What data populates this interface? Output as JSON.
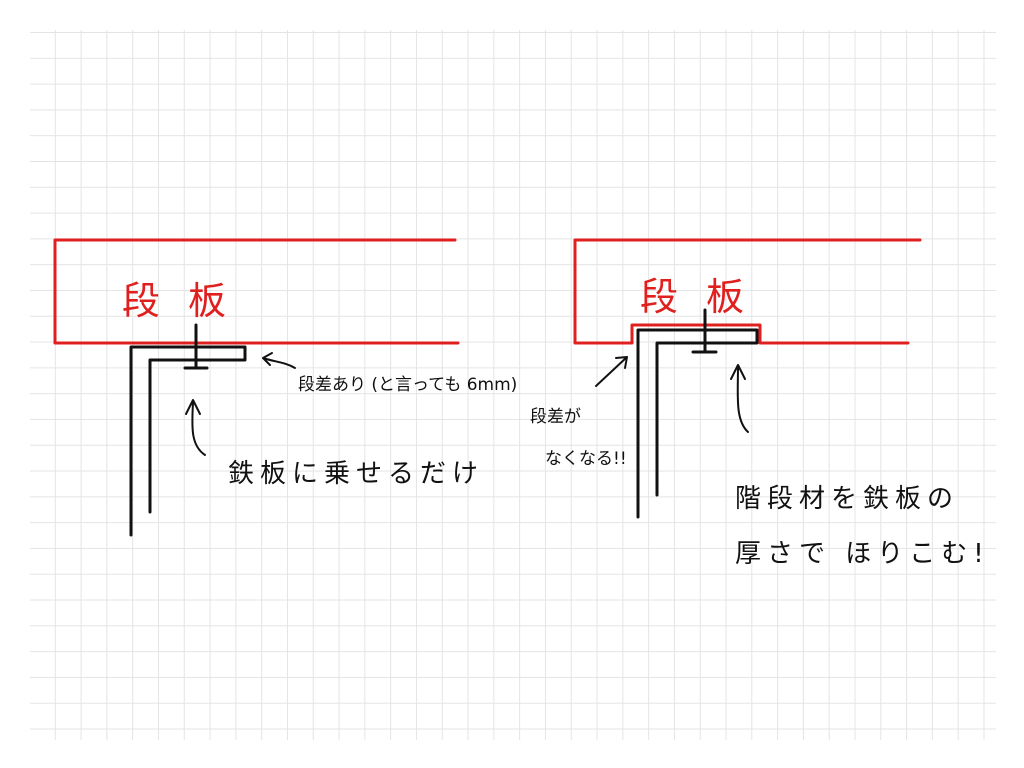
{
  "colors": {
    "board": "#e0201e",
    "ink": "#111111",
    "grid": "#e4e4e4"
  },
  "left": {
    "board_label": "段板",
    "step_note": "段差あり (と言っても 6mm)",
    "plate_note": "鉄板に乗せるだけ"
  },
  "right": {
    "board_label": "段板",
    "step_gone_line1": "段差が",
    "step_gone_line2": "なくなる!!",
    "recess_line1": "階段材を鉄板の",
    "recess_line2": "厚さで ほりこむ!"
  }
}
